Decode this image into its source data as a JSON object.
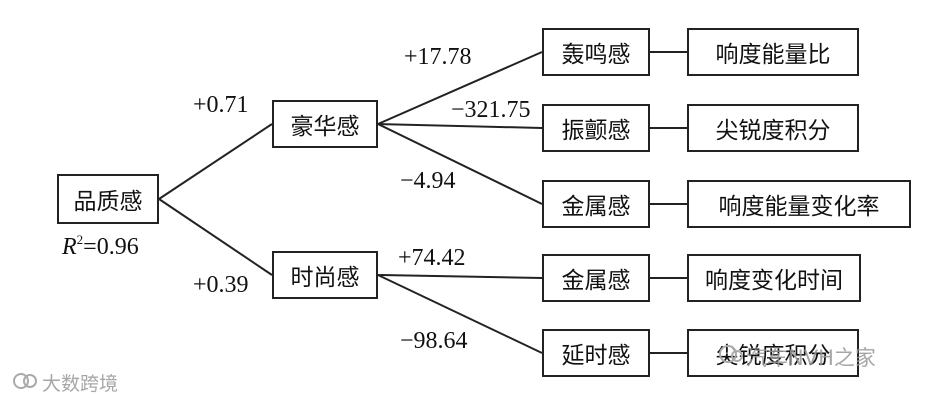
{
  "diagram": {
    "root": {
      "label": "品质感",
      "r2_prefix": "R",
      "r2_sup": "2",
      "r2_value": "=0.96"
    },
    "mid": [
      {
        "label": "豪华感",
        "coef": "+0.71"
      },
      {
        "label": "时尚感",
        "coef": "+0.39"
      }
    ],
    "leaves": [
      {
        "label": "轰鸣感",
        "coef": "+17.78",
        "metric": "响度能量比"
      },
      {
        "label": "振颤感",
        "coef": "−321.75",
        "metric": "尖锐度积分"
      },
      {
        "label": "金属感",
        "coef": "−4.94",
        "metric": "响度能量变化率"
      },
      {
        "label": "金属感",
        "coef": "+74.42",
        "metric": "响度变化时间"
      },
      {
        "label": "延时感",
        "coef": "−98.64",
        "metric": "尖锐度积分"
      }
    ]
  },
  "watermarks": {
    "left": "大数跨境",
    "right": "汽车NVH之家"
  },
  "colors": {
    "line": "#222222",
    "watermark": "#999999"
  }
}
